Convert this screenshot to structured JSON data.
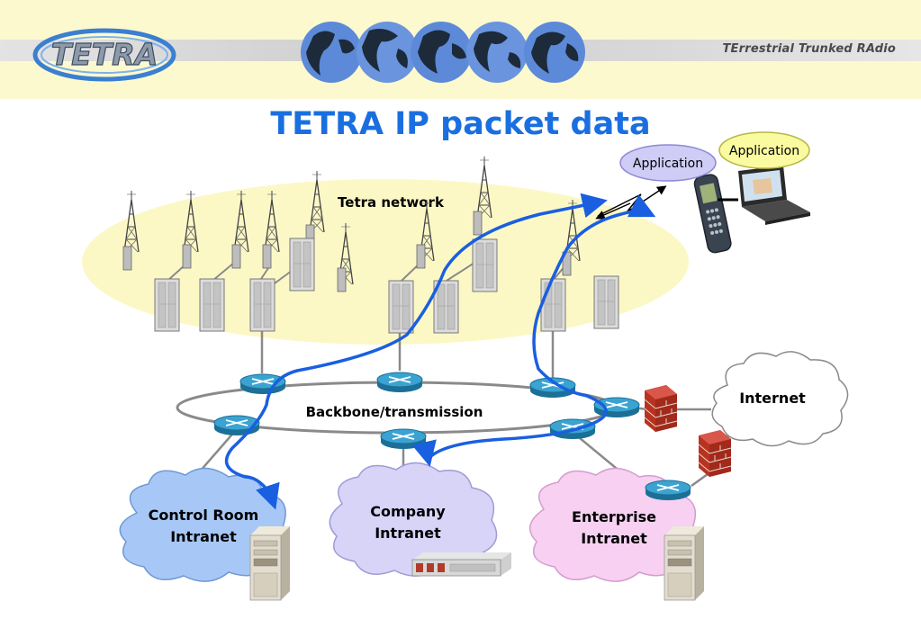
{
  "header": {
    "logo_text": "TETRA",
    "tagline": "TErrestrial Trunked RAdio"
  },
  "slide": {
    "title": "TETRA IP packet data"
  },
  "diagram": {
    "tetra_network_label": "Tetra network",
    "backbone_label": "Backbone/transmission",
    "internet_label": "Internet",
    "control_room_label": [
      "Control Room",
      "Intranet"
    ],
    "company_label": [
      "Company",
      "Intranet"
    ],
    "enterprise_label": [
      "Enterprise",
      "Intranet"
    ],
    "application_bubble_1": "Application",
    "application_bubble_2": "Application"
  },
  "colors": {
    "flow_arrow": "#1a5fe0",
    "tetra_network_fill": "#fcf8c6",
    "control_room_cloud": "#a7c8f7",
    "company_cloud": "#d7d4f8",
    "enterprise_cloud": "#f7d0f2",
    "router": "#2a8fbf",
    "firewall": "#c03a2a",
    "title": "#1a6fe0"
  },
  "icons": [
    "tetra-logo",
    "globe-icon",
    "radio-tower-icon",
    "base-station-cabinet-icon",
    "router-icon",
    "firewall-icon",
    "server-icon",
    "mobile-phone-icon",
    "laptop-icon",
    "cloud-icon"
  ]
}
